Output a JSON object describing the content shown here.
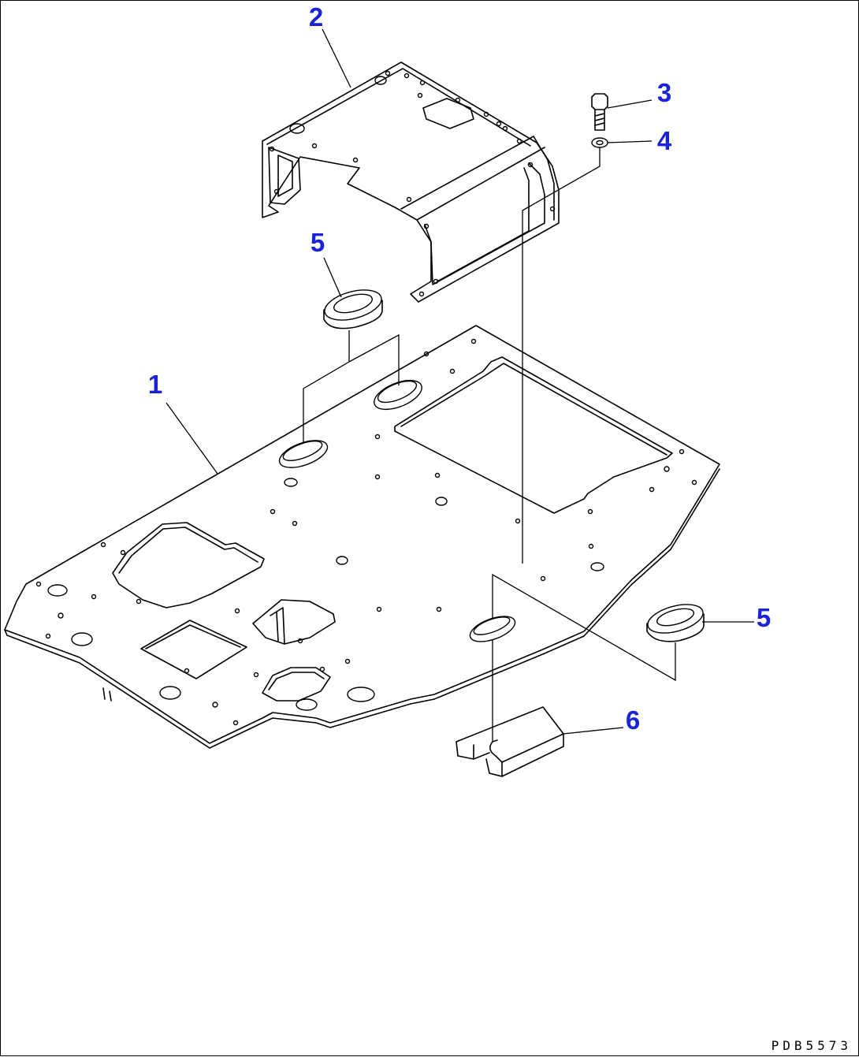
{
  "drawing_code": "PDB5573",
  "callouts": {
    "floor_plate": "1",
    "cover": "2",
    "bolt": "3",
    "washer": "4",
    "grommet_upper": "5",
    "grommet_right": "5",
    "block": "6"
  },
  "colors": {
    "callout": "#1a23d6",
    "line": "#000000"
  }
}
